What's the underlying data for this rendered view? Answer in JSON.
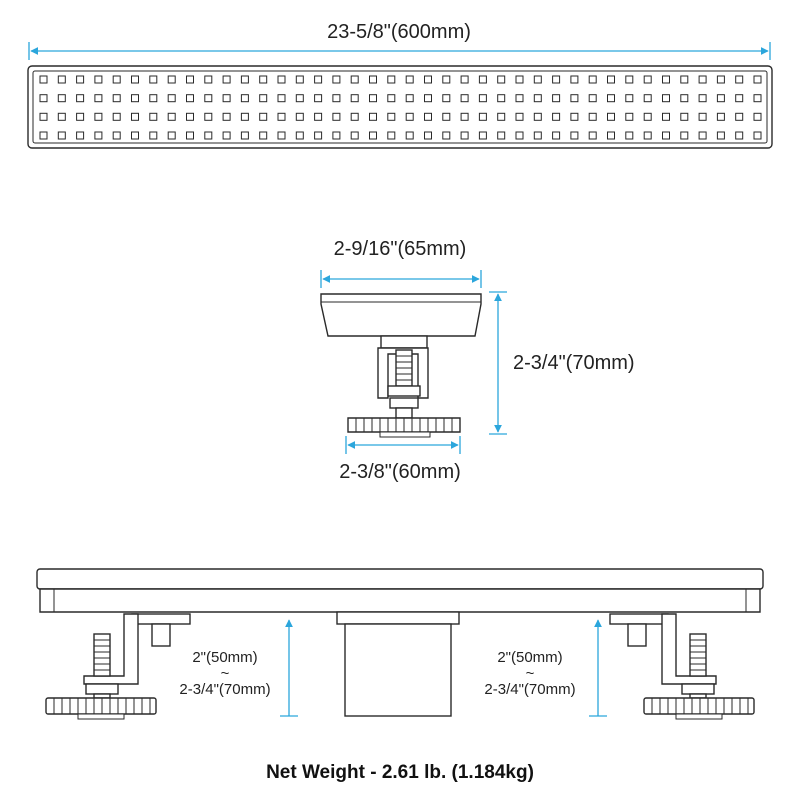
{
  "colors": {
    "dimension": "#2ba6dc",
    "outline": "#2a2a2a",
    "text": "#222222"
  },
  "top_view": {
    "width_label": "23-5/8\"(600mm)",
    "hole_rows": 4,
    "hole_cols": 40
  },
  "side_view": {
    "width_label": "2-9/16\"(65mm)",
    "height_label": "2-3/4\"(70mm)",
    "foot_label": "2-3/8\"(60mm)"
  },
  "front_view": {
    "left_height_min": "2\"(50mm)",
    "left_tilde": "~",
    "left_height_max": "2-3/4\"(70mm)",
    "right_height_min": "2\"(50mm)",
    "right_tilde": "~",
    "right_height_max": "2-3/4\"(70mm)"
  },
  "net_weight": "Net Weight  -  2.61 lb. (1.184kg)"
}
